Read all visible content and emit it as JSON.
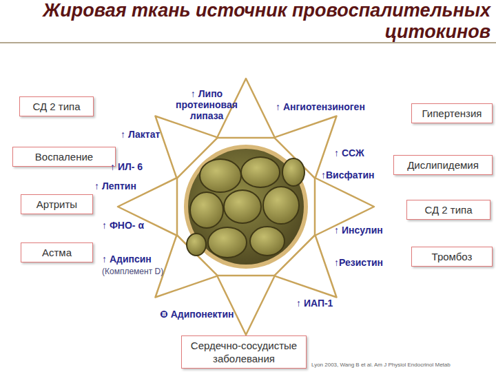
{
  "diagram": {
    "title": "Жировая ткань источник провоспалительных цитокинов",
    "nodes": [
      {
        "text": [
          "СД 2 типа"
        ]
      },
      {
        "text": [
          "Гипертензия"
        ]
      },
      {
        "text": [
          "Воспаление"
        ]
      },
      {
        "text": [
          "Дислипидемия"
        ]
      },
      {
        "text": [
          "Артриты"
        ]
      },
      {
        "text": [
          "СД 2 типа"
        ]
      },
      {
        "text": [
          "Астма"
        ]
      },
      {
        "text": [
          "Тромбоз"
        ]
      },
      {
        "text": [
          "Сердечно-сосудистые заболевания"
        ]
      }
    ],
    "labels": [
      "↑ Липо протеиновая липаза",
      "↑ Ангиотензиноген",
      "↑ Лактат",
      "↑ ССЖ",
      "↑ ИЛ- 6",
      "↑Висфатин",
      "↑ Лептин",
      "↑ Инсулин",
      "↑ ФНО- α",
      "↑Резистин",
      "↑ Адипсин",
      "(Комплемент D)",
      "↑ ИАП-1",
      "❽ Адипонектин",
      "Lyon 2003, Wang B et al. Am J Physiol Endocrinol Metab"
    ]
  }
}
